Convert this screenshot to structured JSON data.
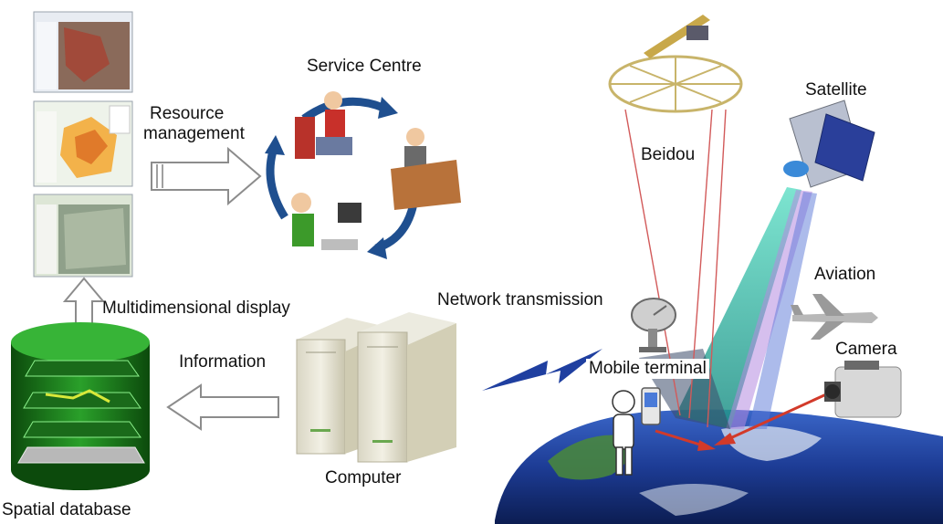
{
  "labels": {
    "service_centre": "Service Centre",
    "resource_management_l1": "Resource",
    "resource_management_l2": "management",
    "multidimensional_display": "Multidimensional display",
    "information": "Information",
    "spatial_database": "Spatial database",
    "computer": "Computer",
    "network_transmission": "Network transmission",
    "mobile_terminal": "Mobile terminal",
    "beidou": "Beidou",
    "satellite": "Satellite",
    "aviation": "Aviation",
    "camera": "Camera"
  },
  "colors": {
    "db_green": "#1f8a1f",
    "arrow_gray": "#8c8c8c",
    "cycle_blue": "#1f4f8f",
    "earth_blue": "#1e3f9a",
    "beam_teal": "#3fb8a8",
    "signal_red": "#d23a2a",
    "lightning_blue": "#1f3fa0"
  },
  "icons": {
    "screens": "map-screenshots-icon",
    "database": "spatial-database-icon",
    "servers": "server-computer-icon",
    "people": "service-people-icon",
    "dish": "satellite-dish-icon",
    "beidou": "beidou-satellite-icon",
    "satellite": "satellite-icon",
    "aviation": "airplane-icon",
    "camera": "video-camera-icon",
    "phone": "mobile-phone-icon",
    "person": "person-icon",
    "earth": "earth-globe-icon"
  }
}
